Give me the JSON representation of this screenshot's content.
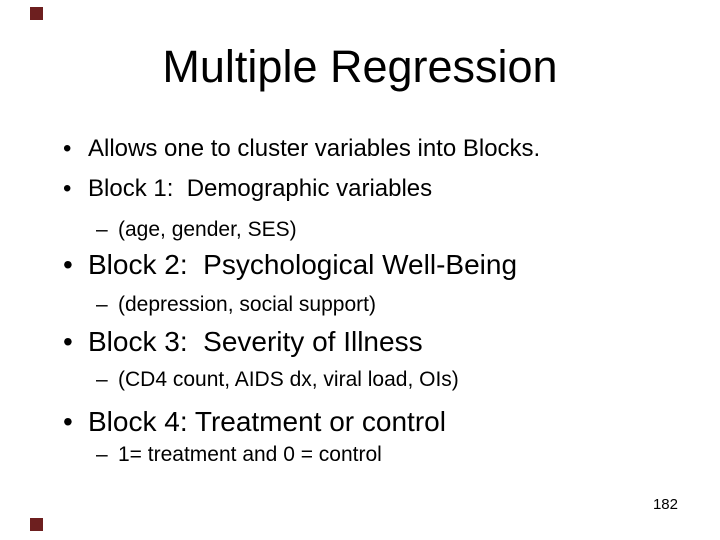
{
  "slide": {
    "title": "Multiple Regression",
    "markers": {
      "level1": "•",
      "level2": "–"
    },
    "bullets": [
      {
        "level": 1,
        "text": "Allows one to cluster variables into Blocks."
      },
      {
        "level": 1,
        "text": "Block 1:  Demographic variables"
      },
      {
        "level": 2,
        "text": "(age, gender, SES)"
      },
      {
        "level": 1,
        "text": "Block 2:  Psychological Well-Being"
      },
      {
        "level": 2,
        "text": "(depression, social support)"
      },
      {
        "level": 1,
        "text": "Block 3:  Severity of Illness"
      },
      {
        "level": 2,
        "text": "(CD4 count, AIDS dx, viral load, OIs)"
      },
      {
        "level": 1,
        "text": "Block 4: Treatment or control"
      },
      {
        "level": 2,
        "text": "1= treatment and 0 = control"
      }
    ],
    "page_number": "182",
    "colors": {
      "background": "#ffffff",
      "text": "#000000",
      "corner_decoration": "#6d1f1f"
    }
  }
}
